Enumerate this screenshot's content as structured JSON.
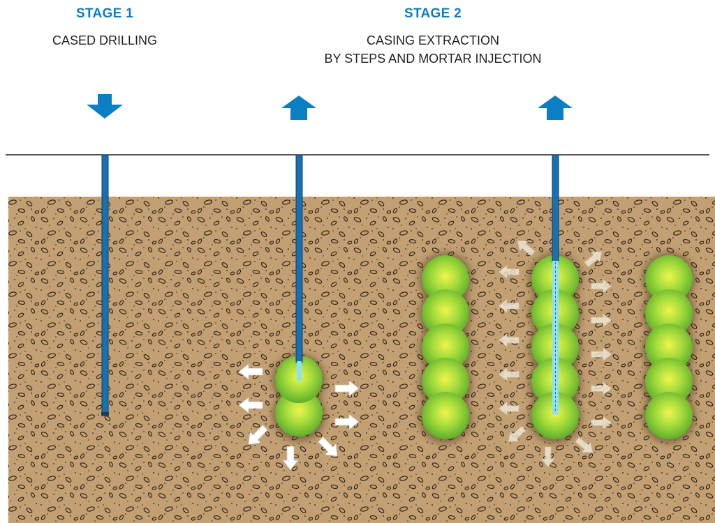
{
  "colors": {
    "accent": "#0a7fc4",
    "soil": "#c2a074",
    "casing": "#1a6fb0",
    "casing_light": "#7fd4f2",
    "grout": "#76c93a",
    "grout_core": "#e9f24a",
    "arrow": "#ffffff",
    "ground_line": "#231f20"
  },
  "stages": [
    {
      "title": "STAGE 1",
      "lines": [
        "CASED DRILLING"
      ]
    },
    {
      "title": "STAGE 2",
      "lines": [
        "CASING EXTRACTION",
        "BY STEPS AND MORTAR INJECTION"
      ]
    }
  ],
  "icons": {
    "push_down": "arrow-down-icon",
    "pull_up": "arrow-up-icon",
    "injection": "outward-arrow-icon"
  }
}
